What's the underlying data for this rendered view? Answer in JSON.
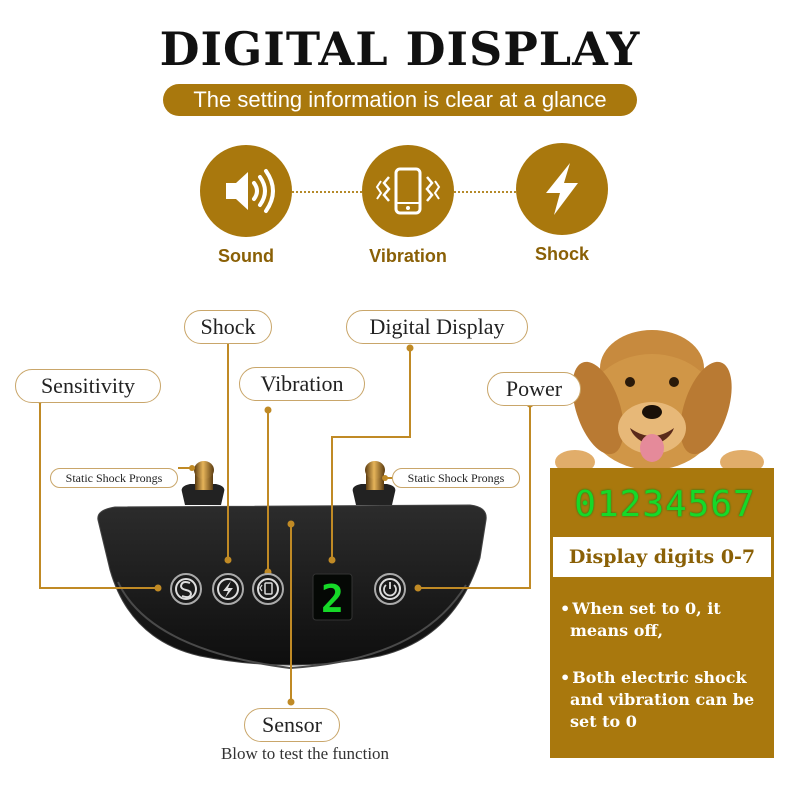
{
  "header": {
    "title": "DIGITAL DISPLAY",
    "subtitle": "The setting  information is clear at a glance"
  },
  "modes": [
    {
      "label": "Sound",
      "icon": "speaker-icon"
    },
    {
      "label": "Vibration",
      "icon": "vibrating-phone-icon"
    },
    {
      "label": "Shock",
      "icon": "lightning-bolt-icon"
    }
  ],
  "callouts": {
    "sensitivity": "Sensitivity",
    "shock": "Shock",
    "vibration": "Vibration",
    "digital_display": "Digital Display",
    "power": "Power",
    "prong_left": "Static Shock Prongs",
    "prong_right": "Static Shock Prongs",
    "sensor": "Sensor",
    "sensor_sub": "Blow to test the function"
  },
  "device": {
    "display_value": "2",
    "buttons": [
      "s-button-icon",
      "lightning-button-icon",
      "vibration-button-icon",
      "power-button-icon"
    ]
  },
  "panel": {
    "digits": "01234567",
    "digits_label": "Display digits 0-7",
    "notes": [
      "When set to 0, it means off,",
      "Both electric shock and vibration can be set to 0"
    ]
  },
  "colors": {
    "gold": "#a9780d",
    "led_green": "#16d928",
    "device_body": "#1c1c1c"
  }
}
